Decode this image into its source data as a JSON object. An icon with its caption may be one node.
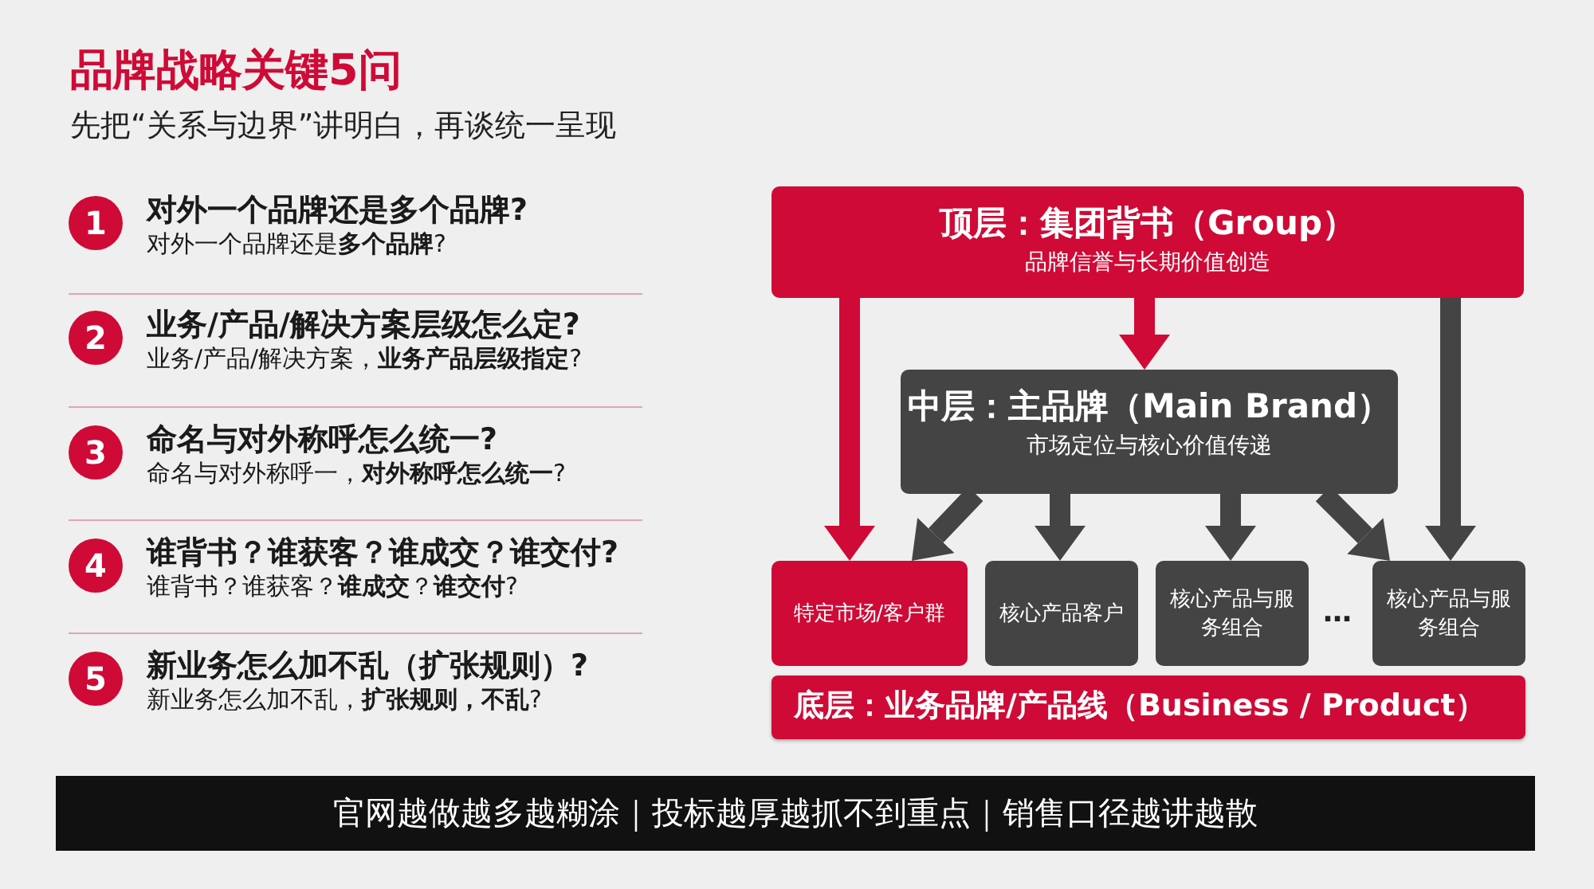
{
  "diagram": {
    "title": "品牌战略关键5问",
    "nodes": [
      {
        "text": [
          "1"
        ],
        "beside": [
          "对外一个品牌还是多个品牌?",
          "对外一个品牌还是**多个品牌**?"
        ]
      },
      {
        "text": [
          "2"
        ],
        "beside": [
          "业务/产品/解决方案层级怎么定?",
          "业务/产品/解决方案，**业务产品层级指定**?"
        ]
      },
      {
        "text": [
          "3"
        ],
        "beside": [
          "命名与对外称呼怎么统一?",
          "命名与对外称呼一，**对外称呼怎么统一**?"
        ]
      },
      {
        "text": [
          "4"
        ],
        "beside": [
          "谁背书？谁获客？谁成交？谁交付?",
          "谁背书？谁获客？**谁成交**？**谁交付**?"
        ]
      },
      {
        "text": [
          "5"
        ],
        "beside": [
          "新业务怎么加不乱（扩张规则）?",
          "新业务怎么加不乱，**扩张规则，不乱**?"
        ]
      },
      {
        "text": [
          "顶层：集团背书（Group）",
          "品牌信誉与长期价值创造"
        ]
      },
      {
        "text": [
          "中层：主品牌（Main Brand）",
          "市场定位与核心价值传递"
        ]
      },
      {
        "text": [
          "底层：业务品牌/产品线（Business / Product）"
        ]
      },
      {
        "text": [
          "特定市场/客户群"
        ]
      },
      {
        "text": [
          "核心产品客户"
        ]
      },
      {
        "text": [
          "核心产品与服务组合"
        ]
      },
      {
        "text": [
          "核心产品与服务组合"
        ]
      },
      {
        "text": [
          "官网越做越多越糊涂｜投标越厚越抓不到重点｜销售口径越讲越散"
        ]
      }
    ],
    "edges": [
      {
        "from": 5,
        "to": 8,
        "arrow": "to",
        "color": "#cf0a36"
      },
      {
        "from": 5,
        "to": 6,
        "arrow": "to",
        "color": "#cf0a36"
      },
      {
        "from": 5,
        "to": 11,
        "arrow": "to"
      },
      {
        "from": 6,
        "to": 8,
        "arrow": "to"
      },
      {
        "from": 6,
        "to": 9,
        "arrow": "to"
      },
      {
        "from": 6,
        "to": 10,
        "arrow": "to"
      },
      {
        "from": 6,
        "to": 11,
        "arrow": "to"
      }
    ],
    "labels": [
      "先把“关系与边界”讲明白，再谈统一呈现",
      "…"
    ]
  }
}
